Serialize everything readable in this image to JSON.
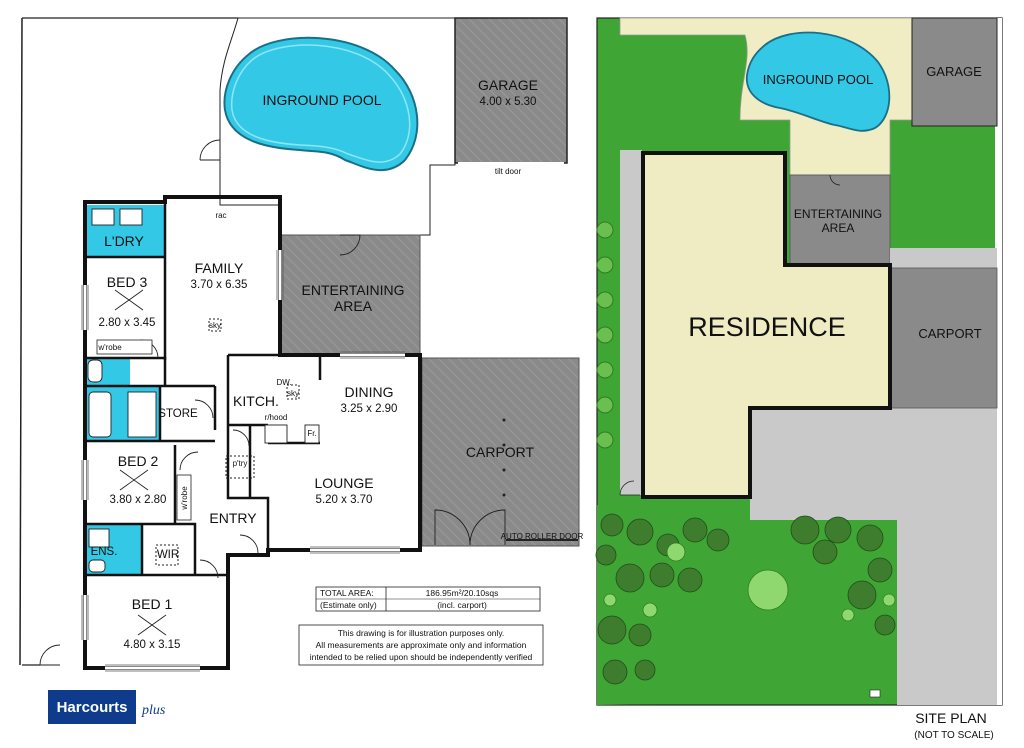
{
  "floor_plan": {
    "rooms": {
      "pool": {
        "name": "INGROUND POOL"
      },
      "garage": {
        "name": "GARAGE",
        "dim": "4.00 x 5.30"
      },
      "laundry": {
        "name": "L'DRY"
      },
      "family": {
        "name": "FAMILY",
        "dim": "3.70 x 6.35"
      },
      "bed3": {
        "name": "BED 3",
        "dim": "2.80 x 3.45"
      },
      "entertaining": {
        "line1": "ENTERTAINING",
        "line2": "AREA"
      },
      "kitchen": {
        "name": "KITCH."
      },
      "dining": {
        "name": "DINING",
        "dim": "3.25 x 2.90"
      },
      "store": {
        "name": "STORE"
      },
      "carport": {
        "name": "CARPORT"
      },
      "bed2": {
        "name": "BED 2",
        "dim": "3.80 x 2.80"
      },
      "lounge": {
        "name": "LOUNGE",
        "dim": "5.20 x 3.70"
      },
      "entry": {
        "name": "ENTRY"
      },
      "ensuite": {
        "name": "ENS."
      },
      "wir": {
        "name": "WIR"
      },
      "bed1": {
        "name": "BED 1",
        "dim": "4.80 x 3.15"
      }
    },
    "small_labels": {
      "tilt_door": "tilt door",
      "rac": "rac",
      "sky_family": "sky",
      "sky_kitchen": "sky",
      "wrobe_bed3": "w'robe",
      "wrobe_bed2": "w'robe",
      "dw": "DW.",
      "rhood": "r/hood",
      "fr": "Fr.",
      "ptry": "p'try",
      "auto_roller_door": "AUTO ROLLER DOOR"
    },
    "area_table": {
      "label_1": "TOTAL AREA:",
      "label_2": "(Estimate only)",
      "value_1": "186.95m²/20.10sqs",
      "value_2": "(incl. carport)"
    },
    "disclaimer": [
      "This drawing is for illustration purposes only.",
      "All measurements are approximate only and information",
      "intended to be relied upon should be independently verified"
    ]
  },
  "site_plan": {
    "pool": "INGROUND POOL",
    "garage": "GARAGE",
    "entertaining_1": "ENTERTAINING",
    "entertaining_2": "AREA",
    "residence": "RESIDENCE",
    "carport": "CARPORT",
    "title": "SITE PLAN",
    "subtitle": "(NOT TO SCALE)"
  },
  "logo": {
    "brand": "Harcourts",
    "suffix": "plus"
  },
  "colors": {
    "pool": "#33c9e6",
    "wet_area": "#33c9e6",
    "garage": "#8c8c8c",
    "lawn": "#3fa535",
    "paving": "#f0ecc4",
    "residence": "#efebc2",
    "concrete": "#c9c9c9",
    "logo_blue": "#0e3b8c"
  }
}
